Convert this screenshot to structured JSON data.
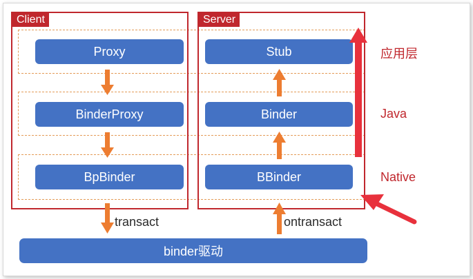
{
  "client": {
    "label": "Client",
    "boxes": [
      "Proxy",
      "BinderProxy",
      "BpBinder"
    ]
  },
  "server": {
    "label": "Server",
    "boxes": [
      "Stub",
      "Binder",
      "BBinder"
    ]
  },
  "layers": [
    "应用层",
    "Java",
    "Native"
  ],
  "flows": {
    "left": "transact",
    "right": "ontransact"
  },
  "driver": "binder驱动",
  "colors": {
    "box": "#4472c4",
    "frame": "#c0272d",
    "arrow": "#ed7d31",
    "bigArrow": "#e8313c"
  }
}
